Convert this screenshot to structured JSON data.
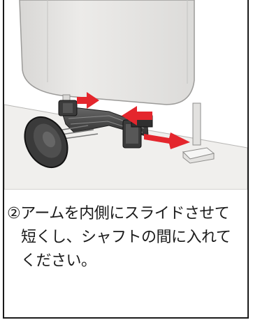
{
  "caption": {
    "line1": "②アームを内側にスライドさせて",
    "line2": "短くし、シャフトの間に入れて",
    "line3": "ください。"
  },
  "colors": {
    "background": "#ffffff",
    "headrest": "#e9e8e6",
    "seat": "#f0efed",
    "arrow": "#e4262d",
    "mount": "#4a4a4a",
    "text": "#1a1a1a"
  },
  "icons": {
    "arrow_in": "red-arrow-left-icon",
    "arrow_out": "red-arrow-right-icon"
  }
}
